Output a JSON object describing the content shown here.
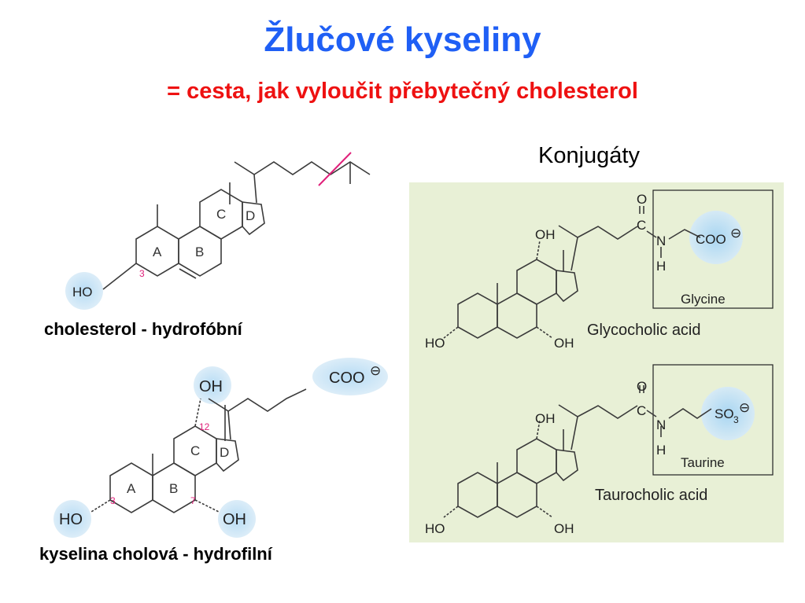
{
  "title": "Žlučové kyseliny",
  "subtitle": "= cesta, jak vyloučit přebytečný cholesterol",
  "cholesterol": {
    "caption": "cholesterol - hydrofóbní",
    "ho": "HO",
    "ring_a": "A",
    "ring_b": "B",
    "ring_c": "C",
    "ring_d": "D",
    "pos3": "3"
  },
  "cholic_acid": {
    "caption": "kyselina cholová - hydrofilní",
    "oh_top": "OH",
    "ho_left": "HO",
    "oh_right": "OH",
    "coo": "COO",
    "charge": "⊖",
    "ring_a": "A",
    "ring_b": "B",
    "ring_c": "C",
    "ring_d": "D",
    "pos3": "3",
    "pos7": "7",
    "pos12": "12"
  },
  "conjugates": {
    "heading": "Konjugáty",
    "glyco": {
      "name": "Glycocholic acid",
      "box_label": "Glycine",
      "oh_top": "OH",
      "ho_left": "HO",
      "oh_right": "OH",
      "o": "O",
      "c": "C",
      "n": "N",
      "h": "H",
      "coo": "COO",
      "charge": "⊖"
    },
    "tauro": {
      "name": "Taurocholic acid",
      "box_label": "Taurine",
      "oh_top": "OH",
      "ho_left": "HO",
      "oh_right": "OH",
      "o": "O",
      "c": "C",
      "n": "N",
      "h": "H",
      "so3": "SO",
      "so3_sub": "3",
      "charge": "⊖"
    }
  },
  "colors": {
    "title": "#1f5ff5",
    "subtitle": "#ee1111",
    "highlight": "#cfe6f6",
    "panel": "#e8f0d6",
    "marker": "#e0207a"
  }
}
